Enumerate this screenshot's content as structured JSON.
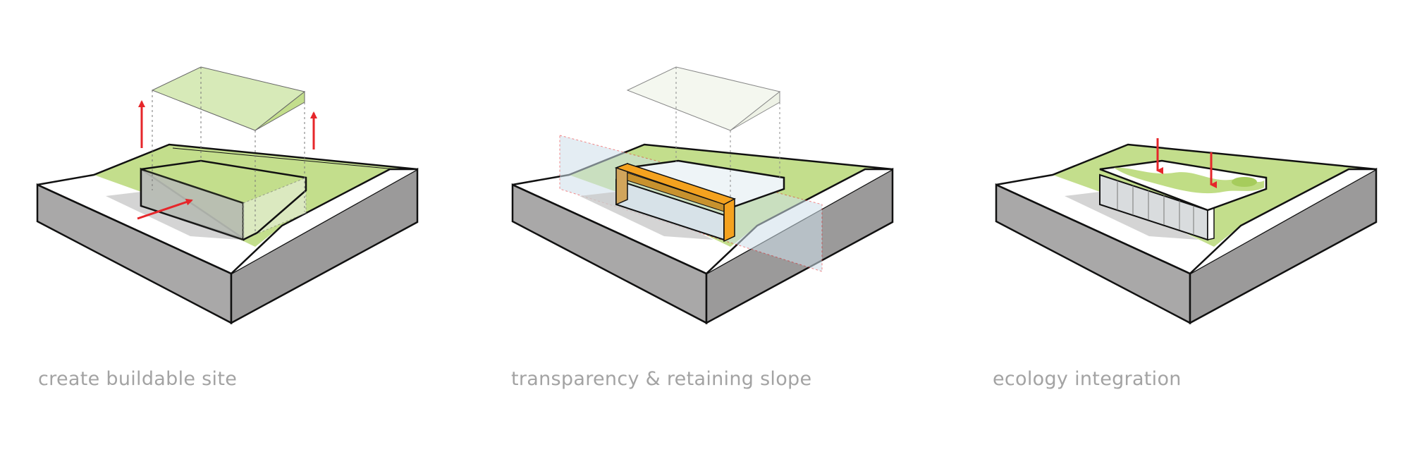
{
  "panels": [
    {
      "caption": "create buildable site"
    },
    {
      "caption": "transparency & retaining slope"
    },
    {
      "caption": "ecology integration"
    }
  ],
  "colors": {
    "grass": "#c3de8c",
    "slab_front": "#a9a8a8",
    "slab_top": "#ffffff",
    "arrow": "#e6262a",
    "retaining_wall": "#f4a21f",
    "glass": "#cfe0ea",
    "caption": "#a3a3a3"
  }
}
